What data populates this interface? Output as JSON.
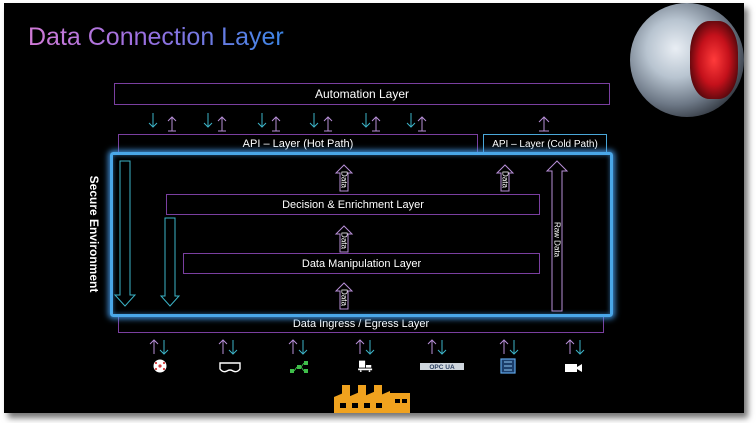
{
  "title": "Data Connection Layer",
  "layers": {
    "automation": "Automation Layer",
    "api_hot": "API – Layer (Hot Path)",
    "api_cold": "API – Layer (Cold Path)",
    "decision": "Decision & Enrichment Layer",
    "manipulation": "Data Manipulation Layer",
    "ingress": "Data Ingress / Egress Layer"
  },
  "secure_environment": "Secure Environment",
  "arrow_labels": {
    "data_upper": "Data",
    "data_upper_right": "Data",
    "data_middle": "Data",
    "data_lower": "Data",
    "raw_data": "Raw Data"
  },
  "sources": [
    {
      "icon": "network-hub-icon"
    },
    {
      "icon": "vr-headset-icon"
    },
    {
      "icon": "node-graph-icon"
    },
    {
      "icon": "robot-machine-icon"
    },
    {
      "icon": "opc-ua-icon"
    },
    {
      "icon": "chip-icon"
    },
    {
      "icon": "camera-icon"
    }
  ],
  "colors": {
    "accent_purple": "#7a3fa0",
    "accent_blue": "#4aa7e8",
    "arrow_down": "#3cb4c8",
    "arrow_up": "#b88fd8",
    "factory": "#f0a21e"
  }
}
